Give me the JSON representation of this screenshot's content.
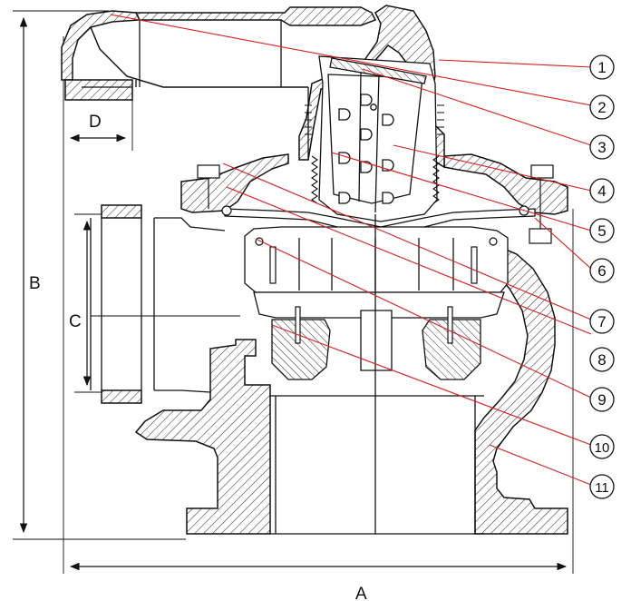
{
  "dimensions": {
    "A": "A",
    "B": "B",
    "C": "C",
    "D": "D"
  },
  "callouts": [
    "1",
    "2",
    "3",
    "4",
    "5",
    "6",
    "7",
    "8",
    "9",
    "10",
    "11"
  ],
  "colors": {
    "leader": "#d42020",
    "outline": "#111111",
    "hatch": "#333333",
    "background": "#ffffff"
  }
}
